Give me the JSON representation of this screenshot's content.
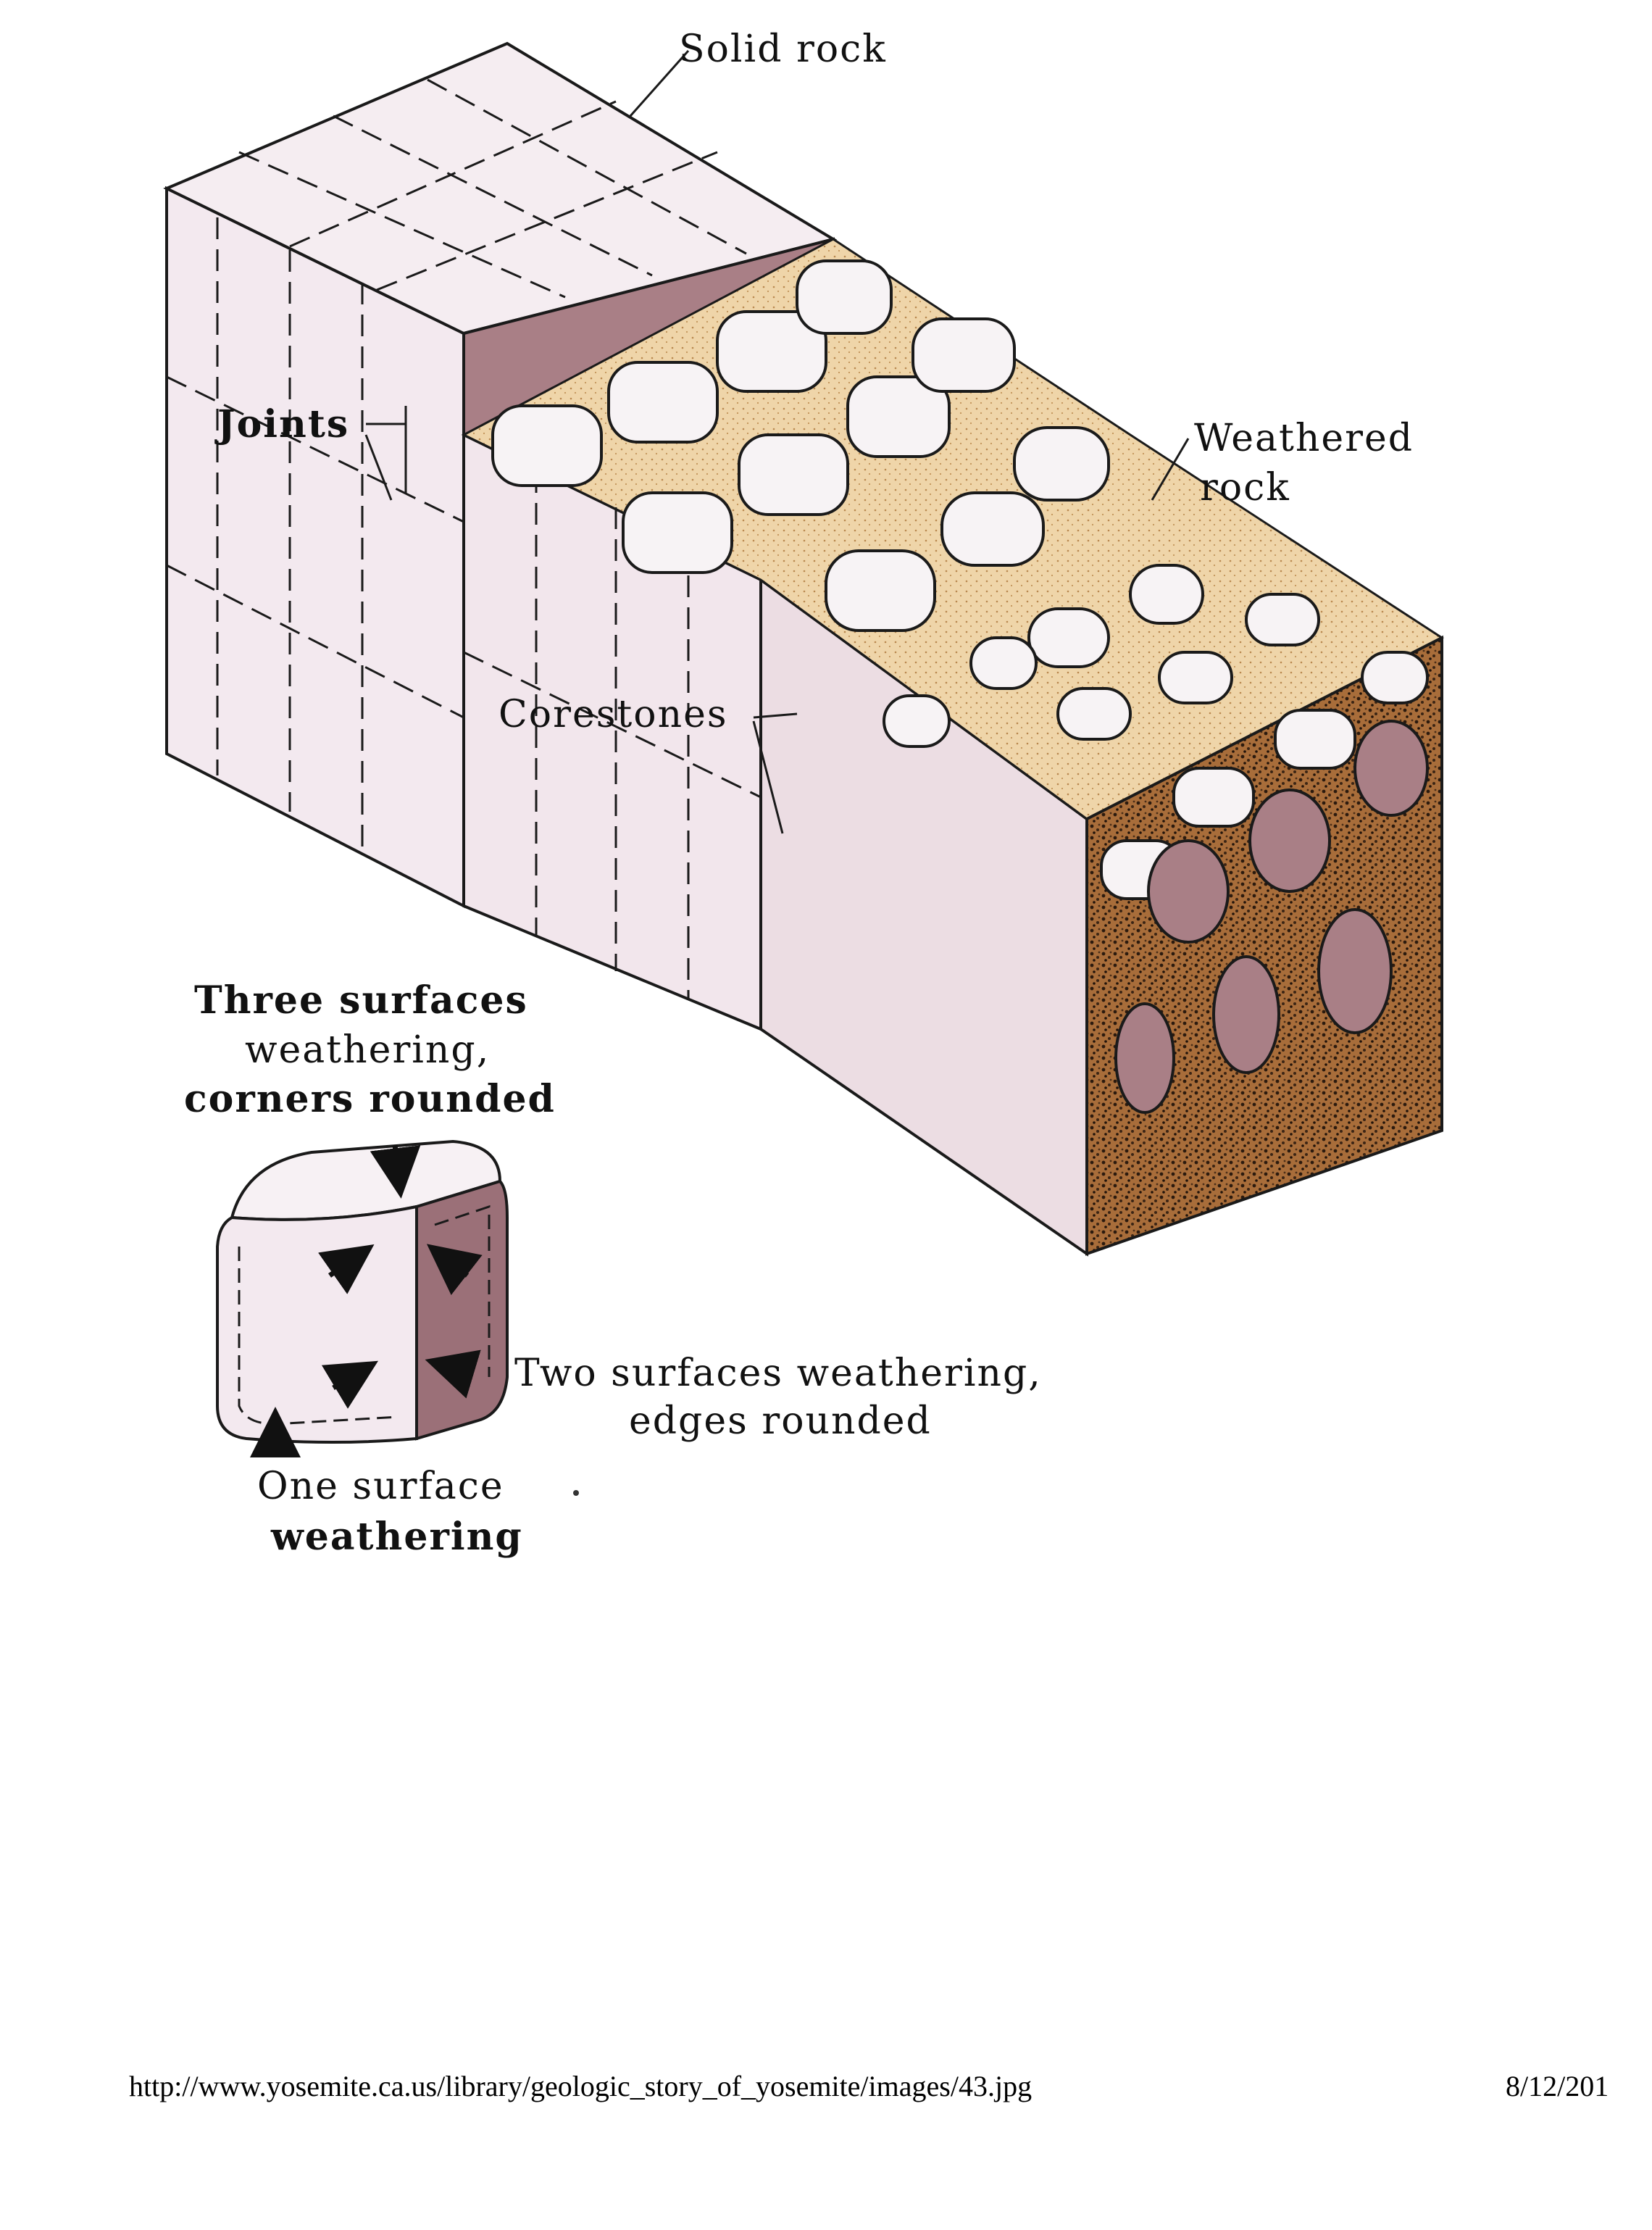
{
  "labels": {
    "solid_rock": "Solid rock",
    "joints": "Joints",
    "weathered_rock_1": "Weathered",
    "weathered_rock_2": "rock",
    "corestones": "Corestones",
    "three_surfaces_1": "Three surfaces",
    "three_surfaces_2": "weathering,",
    "three_surfaces_3": "corners rounded",
    "two_surfaces_1": "Two surfaces weathering,",
    "two_surfaces_2": "edges rounded",
    "one_surface_1": "One surface",
    "one_surface_2": "weathering"
  },
  "footer": {
    "url": "http://www.yosemite.ca.us/library/geologic_story_of_yosemite/images/43.jpg",
    "date": "8/12/201"
  },
  "colors": {
    "rock_light": "#f3e9ef",
    "rock_dark": "#9b7078",
    "weathered": "#edd3a6",
    "ink": "#1a1a1a"
  }
}
